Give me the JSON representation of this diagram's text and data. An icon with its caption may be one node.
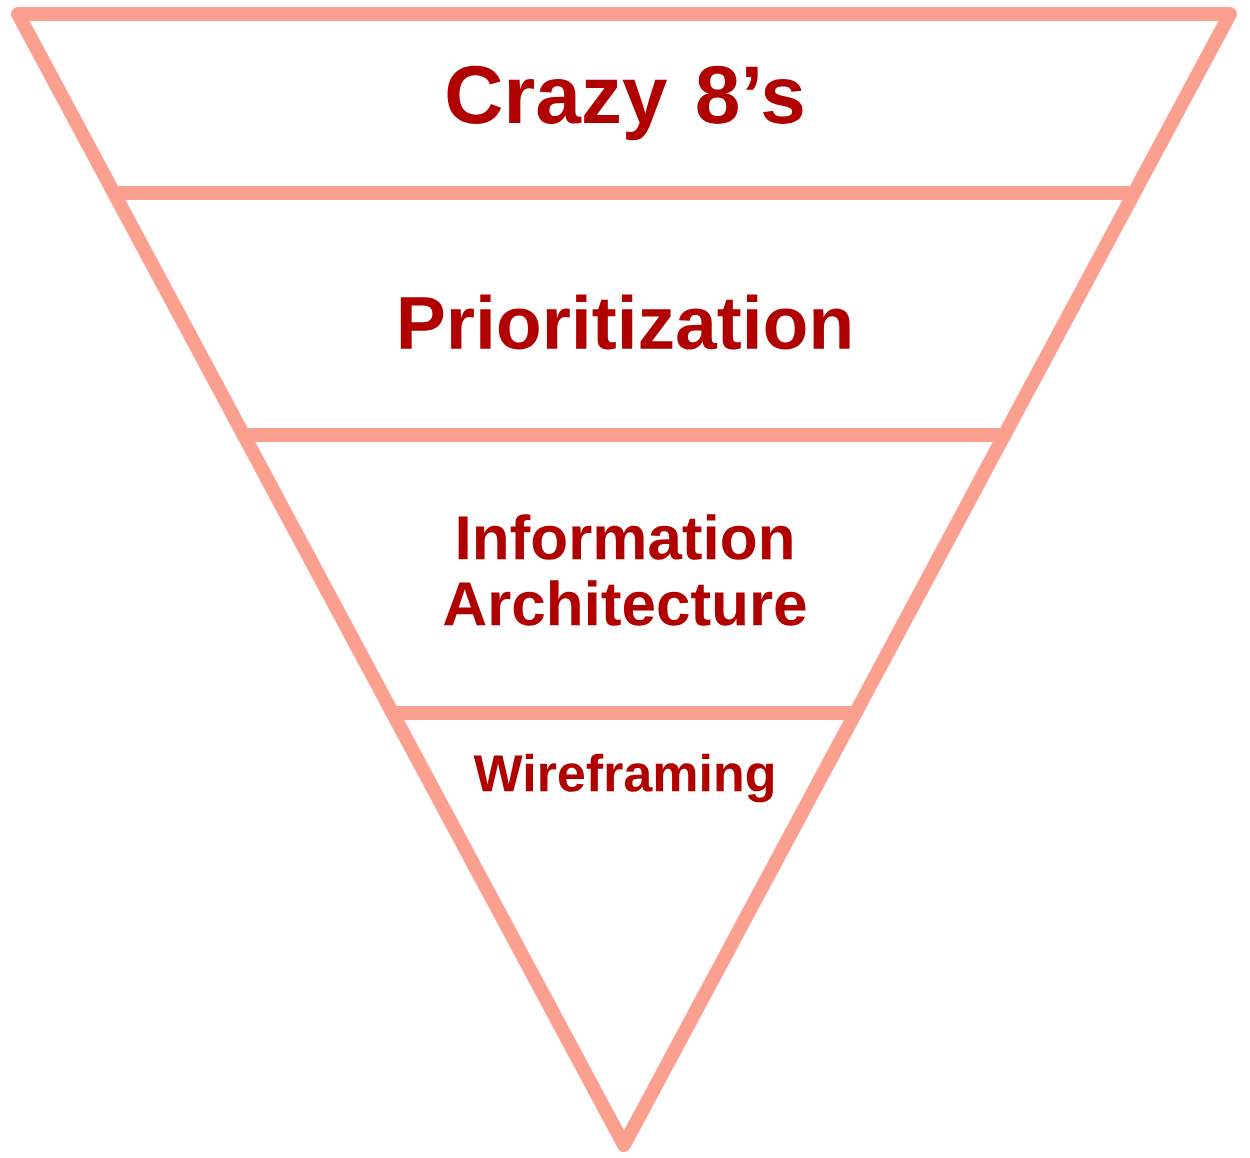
{
  "diagram": {
    "nodes": [
      {
        "text": [
          "Crazy 8’s"
        ]
      },
      {
        "text": [
          "Prioritization"
        ]
      },
      {
        "text": [
          "Information Architecture"
        ]
      },
      {
        "text": [
          "Wireframing"
        ]
      }
    ]
  }
}
